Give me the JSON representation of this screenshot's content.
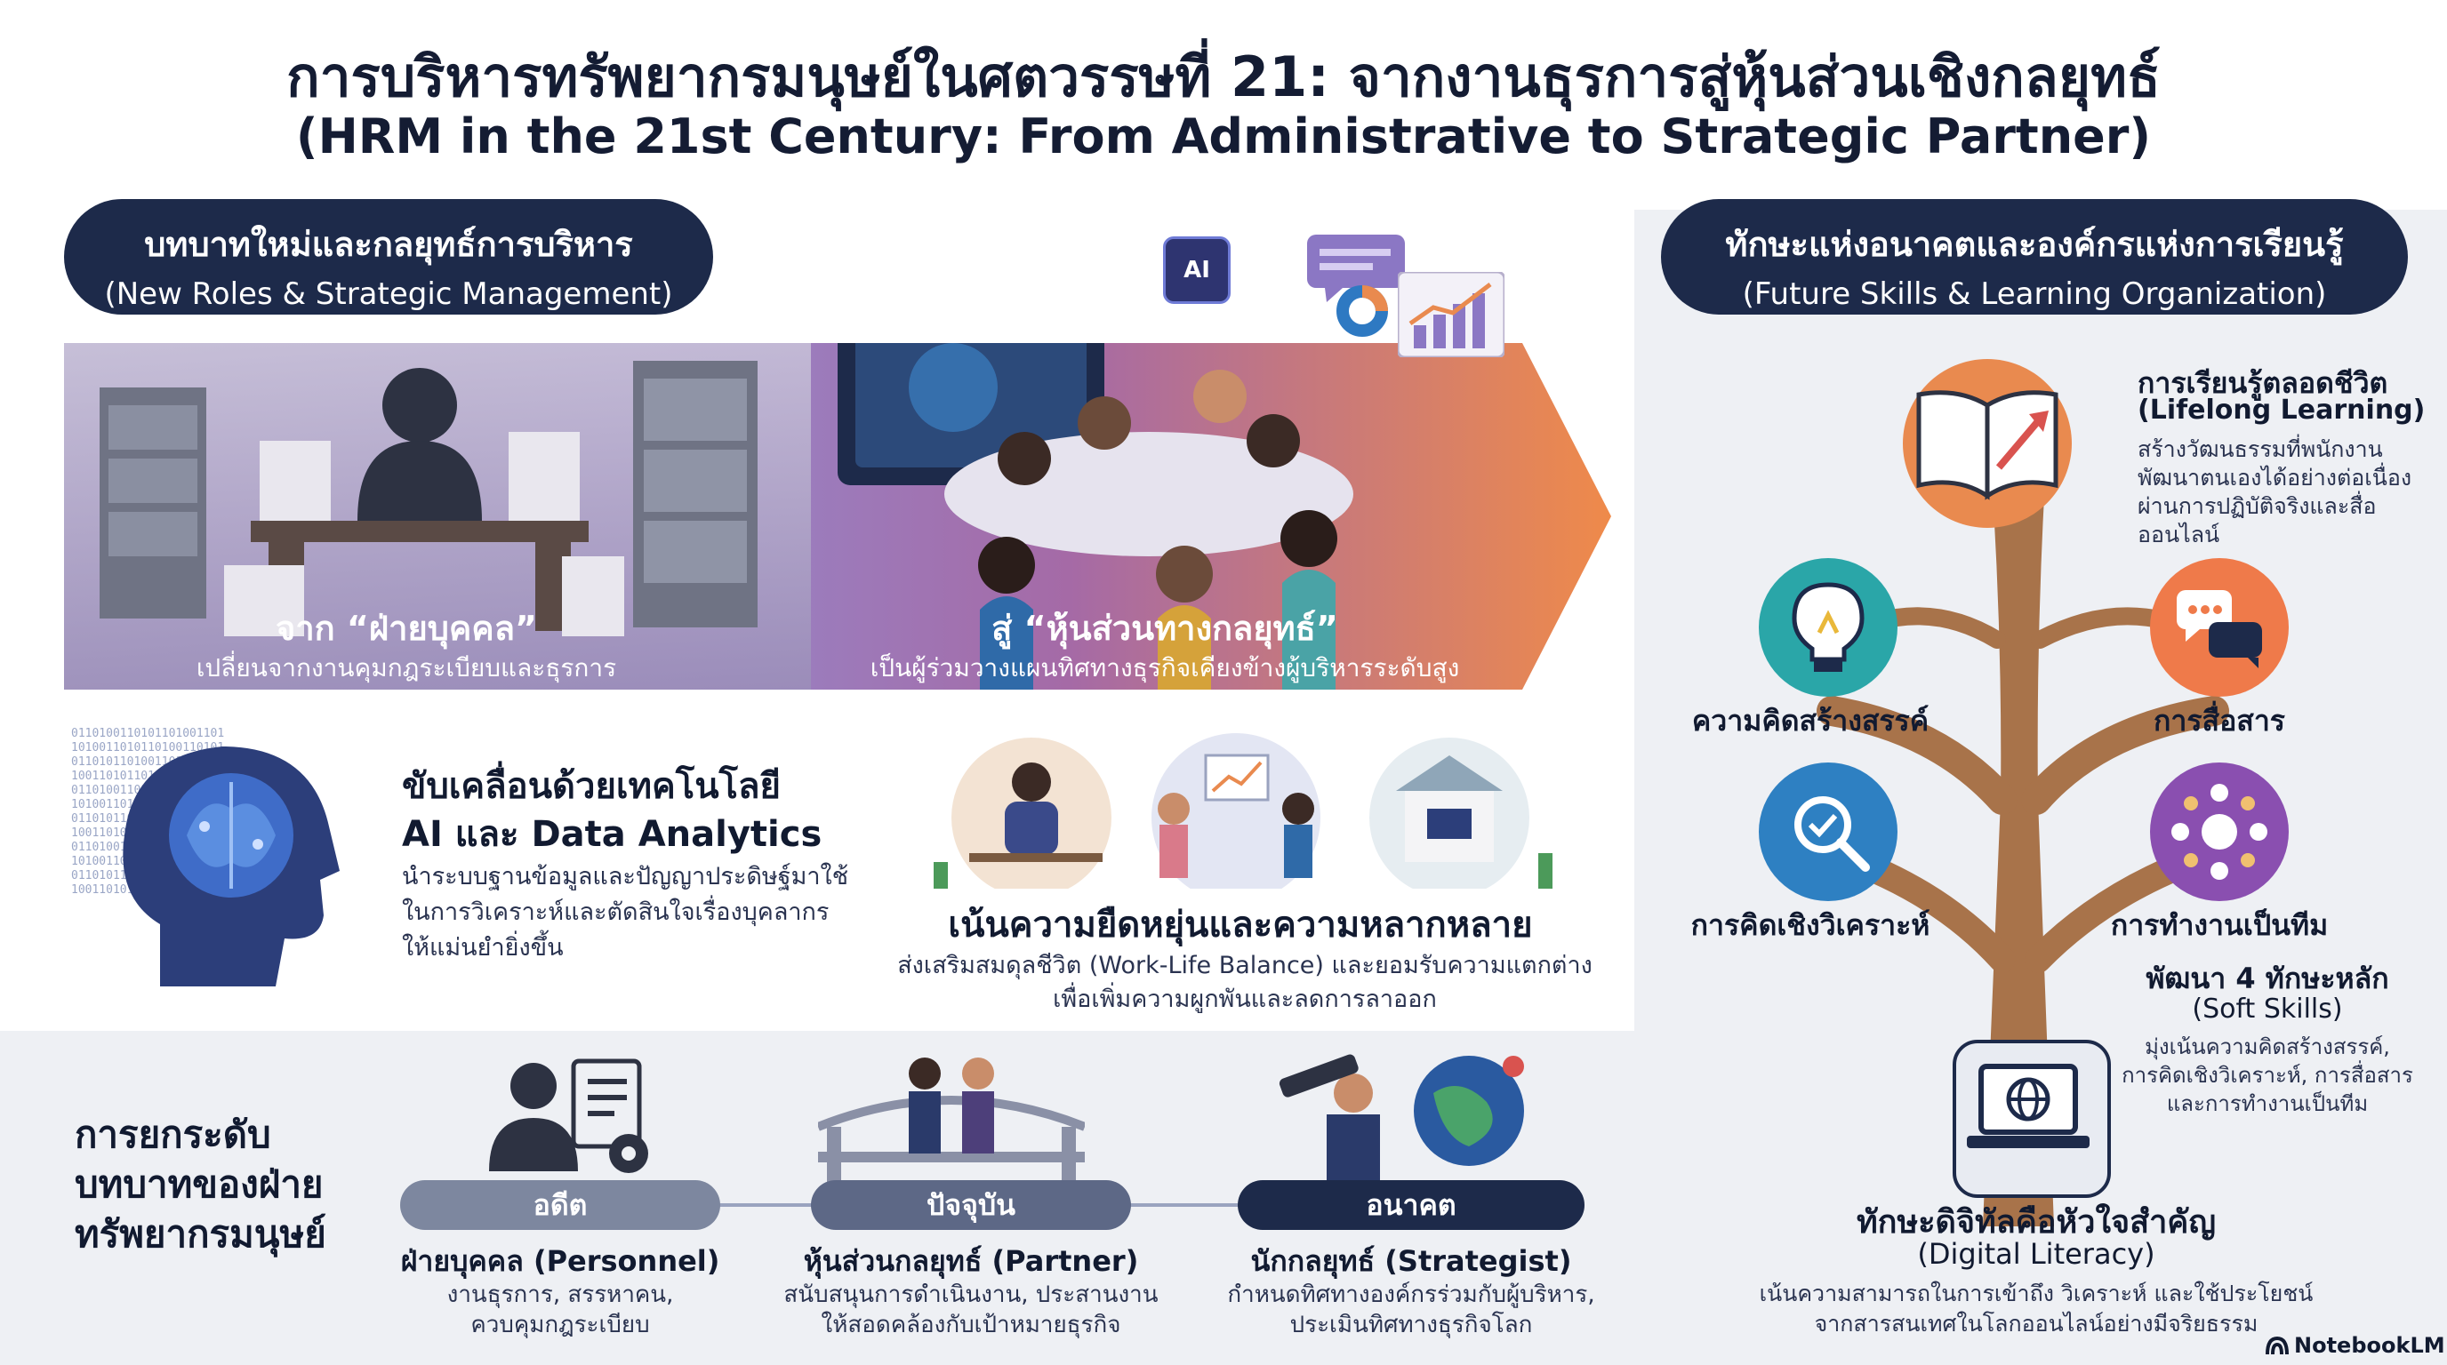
{
  "header": {
    "title_th": "การบริหารทรัพยากรมนุษย์ในศตวรรษที่ 21: จากงานธุรการสู่หุ้นส่วนเชิงกลยุทธ์",
    "title_en": "(HRM in the 21st Century: From Administrative to Strategic Partner)"
  },
  "left_section": {
    "pill_th": "บทบาทใหม่และกลยุทธ์การบริหาร",
    "pill_en": "(New Roles & Strategic Management)",
    "from_title": "จาก “ฝ่ายบุคคล”",
    "from_desc": "เปลี่ยนจากงานคุมกฎระเบียบและธุรการ",
    "to_title": "สู่ “หุ้นส่วนทางกลยุทธ์”",
    "to_desc": "เป็นผู้ร่วมวางแผนทิศทางธุรกิจเคียงข้างผู้บริหารระดับสูง",
    "ai_badge": "AI"
  },
  "tech": {
    "title_line1": "ขับเคลื่อนด้วยเทคโนโลยี",
    "title_line2": "AI และ Data Analytics",
    "desc_line1": "นำระบบฐานข้อมูลและปัญญาประดิษฐ์มาใช้",
    "desc_line2": "ในการวิเคราะห์และตัดสินใจเรื่องบุคลากร",
    "desc_line3": "ให้แม่นยำยิ่งขึ้น",
    "binary": "0110100110101101001101\n1010011010110100110101\n0110101101001101011010\n1001101011010011010110\n0110100110101101001101\n1010011010110100110101\n0110101101001101011010\n1001101011010011010110\n0110100110101101001101\n1010011010110100110101\n0110101101001101011010\n1001101011010011010110"
  },
  "flex": {
    "title": "เน้นความยืดหยุ่นและความหลากหลาย",
    "desc_line1": "ส่งเสริมสมดุลชีวิต (Work-Life Balance) และยอมรับความแตกต่าง",
    "desc_line2": "เพื่อเพิ่มความผูกพันและลดการลาออก"
  },
  "evolution": {
    "heading_line1": "การยกระดับ",
    "heading_line2": "บทบาทของฝ่าย",
    "heading_line3": "ทรัพยากรมนุษย์",
    "stages": [
      {
        "label": "อดีต",
        "name": "ฝ่ายบุคคล (Personnel)",
        "desc1": "งานธุรการ, สรรหาคน,",
        "desc2": "ควบคุมกฎระเบียบ",
        "color": "#7d879f"
      },
      {
        "label": "ปัจจุบัน",
        "name": "หุ้นส่วนกลยุทธ์ (Partner)",
        "desc1": "สนับสนุนการดำเนินงาน, ประสานงาน",
        "desc2": "ให้สอดคล้องกับเป้าหมายธุรกิจ",
        "color": "#5d6886"
      },
      {
        "label": "อนาคต",
        "name": "นักกลยุทธ์ (Strategist)",
        "desc1": "กำหนดทิศทางองค์กรร่วมกับผู้บริหาร,",
        "desc2": "ประเมินทิศทางธุรกิจโลก",
        "color": "#1d2a4a"
      }
    ]
  },
  "right_section": {
    "pill_th": "ทักษะแห่งอนาคตและองค์กรแห่งการเรียนรู้",
    "pill_en": "(Future Skills & Learning Organization)",
    "lifelong_title_th": "การเรียนรู้ตลอดชีวิต",
    "lifelong_title_en": "(Lifelong Learning)",
    "lifelong_desc1": "สร้างวัฒนธรรมที่พนักงาน",
    "lifelong_desc2": "พัฒนาตนเองได้อย่างต่อเนื่อง",
    "lifelong_desc3": "ผ่านการปฏิบัติจริงและสื่อ",
    "lifelong_desc4": "ออนไลน์",
    "creativity": "ความคิดสร้างสรรค์",
    "communication": "การสื่อสาร",
    "analytical": "การคิดเชิงวิเคราะห์",
    "teamwork": "การทำงานเป็นทีม",
    "soft_title_th": "พัฒนา 4 ทักษะหลัก",
    "soft_title_en": "(Soft Skills)",
    "soft_desc1": "มุ่งเน้นความคิดสร้างสรรค์,",
    "soft_desc2": "การคิดเชิงวิเคราะห์, การสื่อสาร",
    "soft_desc3": "และการทำงานเป็นทีม",
    "digital_title_th": "ทักษะดิจิทัลคือหัวใจสำคัญ",
    "digital_title_en": "(Digital Literacy)",
    "digital_desc1": "เน้นความสามารถในการเข้าถึง วิเคราะห์ และใช้ประโยชน์",
    "digital_desc2": "จากสารสนเทศในโลกออนไลน์อย่างมีจริยธรรม"
  },
  "footer": {
    "brand": "NotebookLM"
  },
  "colors": {
    "navy": "#1d2a4a",
    "purple": "#8a6fb0",
    "orange": "#e98a4f",
    "teal": "#2aa6a8",
    "tree_trunk": "#a8734a"
  }
}
